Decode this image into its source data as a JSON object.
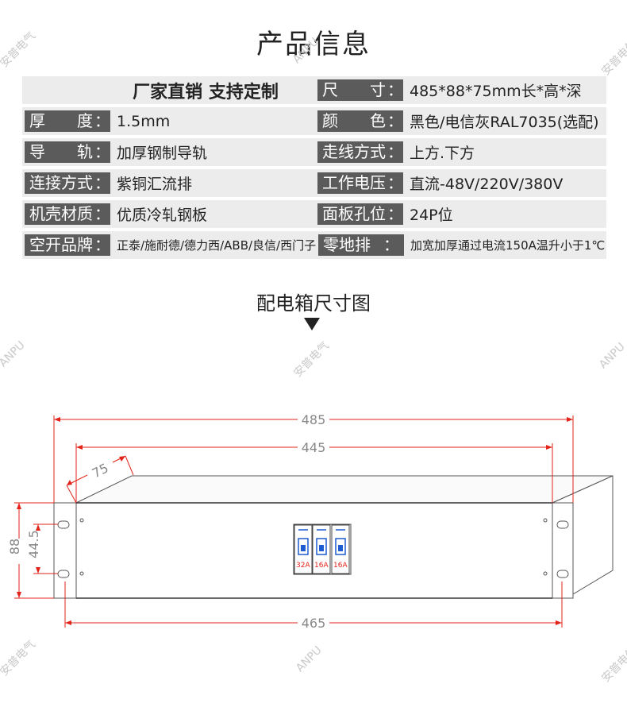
{
  "title": "产品信息",
  "spec_table": {
    "header_note": "厂家直销 支持定制",
    "rows": [
      {
        "label": "尺　　寸",
        "value": "485*88*75mm长*高*深"
      },
      {
        "label": "厚　　度",
        "value": "1.5mm"
      },
      {
        "label": "颜　　色",
        "value": "黑色/电信灰RAL7035(选配)"
      },
      {
        "label": "导　　轨",
        "value": "加厚钢制导轨"
      },
      {
        "label": "走线方式",
        "value": "上方.下方"
      },
      {
        "label": "连接方式",
        "value": "紫铜汇流排"
      },
      {
        "label": "工作电压",
        "value": "直流-48V/220V/380V"
      },
      {
        "label": "机壳材质",
        "value": "优质冷轧钢板"
      },
      {
        "label": "面板孔位",
        "value": "24P位"
      },
      {
        "label": "空开品牌",
        "value": "正泰/施耐德/德力西/ABB/良信/西门子"
      },
      {
        "label": "零地排",
        "value": "加宽加厚通过电流150A温升小于1℃"
      }
    ],
    "colon": "："
  },
  "section_title": "配电箱尺寸图",
  "watermarks": {
    "cn": "安普电气",
    "en": "ANPU"
  },
  "dimensions": {
    "overall_width": "485",
    "panel_width": "445",
    "depth": "75",
    "mount_width": "465",
    "height": "88",
    "hole_spacing": "44.5"
  },
  "breakers": [
    {
      "rating": "32A"
    },
    {
      "rating": "16A"
    },
    {
      "rating": "16A"
    }
  ],
  "colors": {
    "label_bg": "#5b5b5b",
    "row_bg": "#ececec",
    "dim_line": "#e2231a",
    "rating": "#e2231a"
  }
}
